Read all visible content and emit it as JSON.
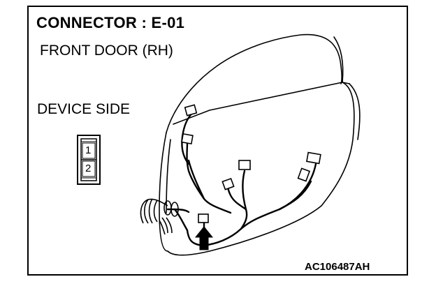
{
  "title": "CONNECTOR : E-01",
  "subtitle": "FRONT DOOR (RH)",
  "device_side": "DEVICE SIDE",
  "connector_pins": [
    "1",
    "2"
  ],
  "figure_code": "AC106487AH"
}
